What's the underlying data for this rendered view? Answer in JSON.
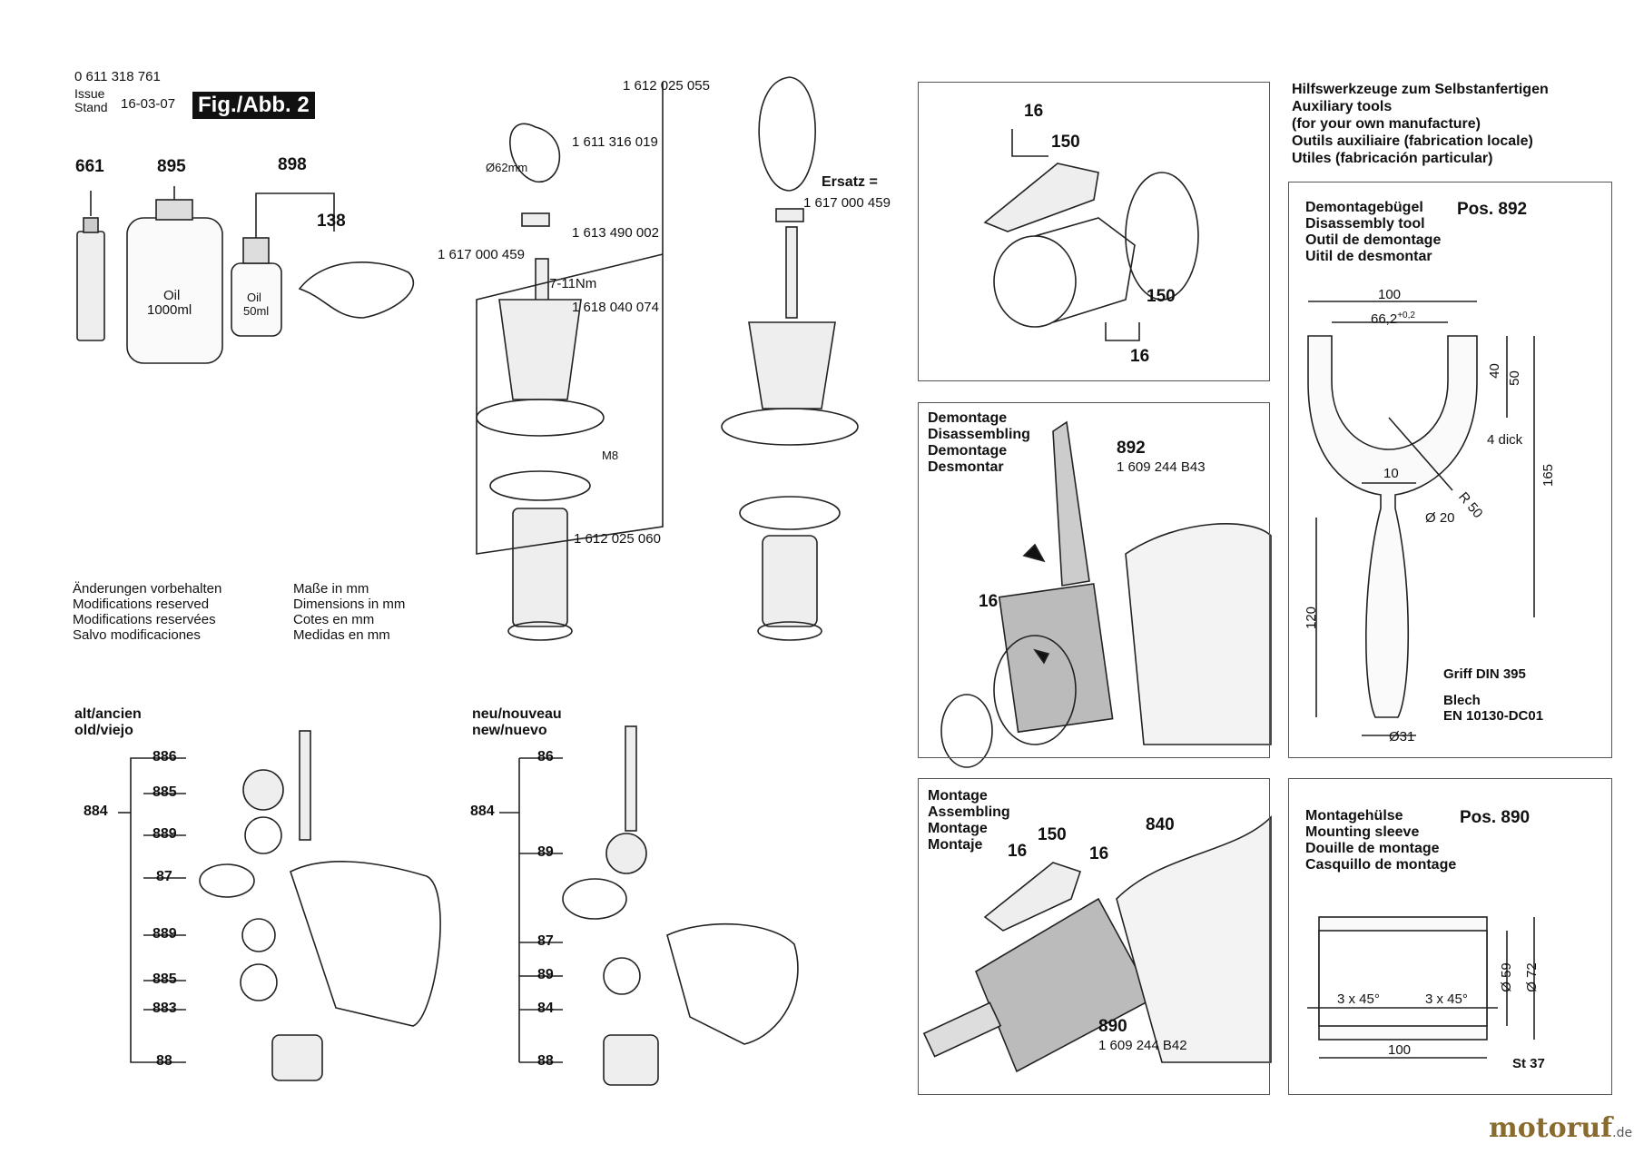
{
  "header": {
    "doc_number": "0 611 318 761",
    "issue_label": "Issue",
    "stand_label": "Stand",
    "date": "16-03-07",
    "fig_tag": "Fig./Abb. 2"
  },
  "accessories": {
    "p661": "661",
    "p895": "895",
    "p898": "898",
    "p138": "138",
    "oil_big": "Oil",
    "oil_big_vol": "1000ml",
    "oil_small": "Oil",
    "oil_small_vol": "50ml"
  },
  "notes_left": [
    "Änderungen vorbehalten",
    "Modifications reserved",
    "Modifications reservées",
    "Salvo modificaciones"
  ],
  "notes_right": [
    "Maße in mm",
    "Dimensions in mm",
    "Cotes en mm",
    "Medidas en mm"
  ],
  "handle": {
    "n1612025055": "1 612 025 055",
    "n1611316019": "1 611 316 019",
    "d62": "Ø62mm",
    "n1613490002": "1 613 490 002",
    "n1617000459": "1 617 000 459",
    "torque": "7-11Nm",
    "n1618040074": "1 618 040 074",
    "m8": "M8",
    "n1612025060": "1 612 025 060",
    "ersatz": "Ersatz =",
    "ersatz_num": "1 617 000 459"
  },
  "old_group": {
    "title1": "alt/ancien",
    "title2": "old/viejo",
    "parts": [
      "886",
      "885",
      "889",
      "87",
      "889",
      "885",
      "883",
      "88"
    ],
    "group": "884"
  },
  "new_group": {
    "title1": "neu/nouveau",
    "title2": "new/nuevo",
    "parts": [
      "86",
      "89",
      "87",
      "89",
      "84",
      "88"
    ],
    "group": "884"
  },
  "box1": {
    "p16a": "16",
    "p150a": "150",
    "p150b": "150",
    "p16b": "16"
  },
  "box2": {
    "lines": [
      "Demontage",
      "Disassembling",
      "Demontage",
      "Desmontar"
    ],
    "p892": "892",
    "n892": "1 609 244 B43",
    "p16": "16"
  },
  "box3": {
    "lines": [
      "Montage",
      "Assembling",
      "Montage",
      "Montaje"
    ],
    "p16a": "16",
    "p150": "150",
    "p16b": "16",
    "p840": "840",
    "p890": "890",
    "n890": "1 609 244 B42"
  },
  "aux_title": [
    "Hilfswerkzeuge zum Selbstanfertigen",
    "Auxiliary tools",
    "(for your own manufacture)",
    "Outils auxiliaire (fabrication locale)",
    "Utiles (fabricación particular)"
  ],
  "tool892": {
    "lines": [
      "Demontagebügel",
      "Disassembly tool",
      "Outil de demontage",
      "Uitil de desmontar"
    ],
    "pos": "Pos. 892",
    "d100": "100",
    "d66": "66,2",
    "tol": "+0,2",
    "d40": "40",
    "d50": "50",
    "thick": "4 dick",
    "d165": "165",
    "d10": "10",
    "r50": "R 50",
    "d20": "Ø 20",
    "d120": "120",
    "griff": "Griff DIN 395",
    "blech": "Blech",
    "blech_std": "EN 10130-DC01",
    "d31": "Ø31"
  },
  "tool890": {
    "lines": [
      "Montagehülse",
      "Mounting sleeve",
      "Douille de montage",
      "Casquillo de montage"
    ],
    "pos": "Pos. 890",
    "d59": "Ø 59",
    "d72": "Ø 72",
    "ch1": "3 x 45°",
    "ch2": "3 x 45°",
    "d100": "100",
    "st": "St 37"
  },
  "watermark": {
    "text": "motoruf",
    "suffix": ".de"
  }
}
